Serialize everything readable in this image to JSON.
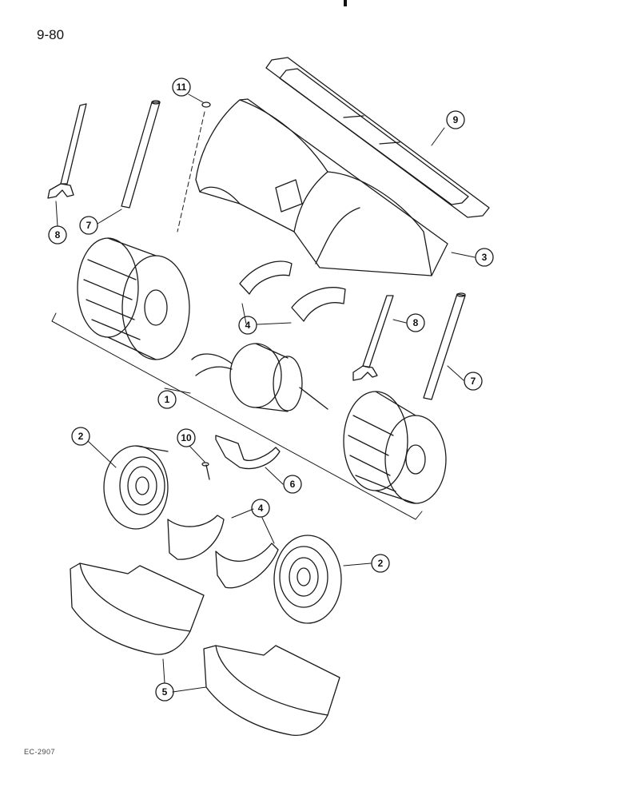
{
  "page": {
    "number": "9-80",
    "figure_code": "EC-2907"
  },
  "callouts": [
    {
      "id": "c1",
      "label": "1"
    },
    {
      "id": "c2a",
      "label": "2"
    },
    {
      "id": "c2b",
      "label": "2"
    },
    {
      "id": "c3",
      "label": "3"
    },
    {
      "id": "c4a",
      "label": "4"
    },
    {
      "id": "c4b",
      "label": "4"
    },
    {
      "id": "c5",
      "label": "5"
    },
    {
      "id": "c6",
      "label": "6"
    },
    {
      "id": "c7a",
      "label": "7"
    },
    {
      "id": "c7b",
      "label": "7"
    },
    {
      "id": "c8a",
      "label": "8"
    },
    {
      "id": "c8b",
      "label": "8"
    },
    {
      "id": "c9",
      "label": "9"
    },
    {
      "id": "c10",
      "label": "10"
    },
    {
      "id": "c11",
      "label": "11"
    }
  ],
  "colors": {
    "ink": "#1a1a1a",
    "paper": "#ffffff"
  }
}
